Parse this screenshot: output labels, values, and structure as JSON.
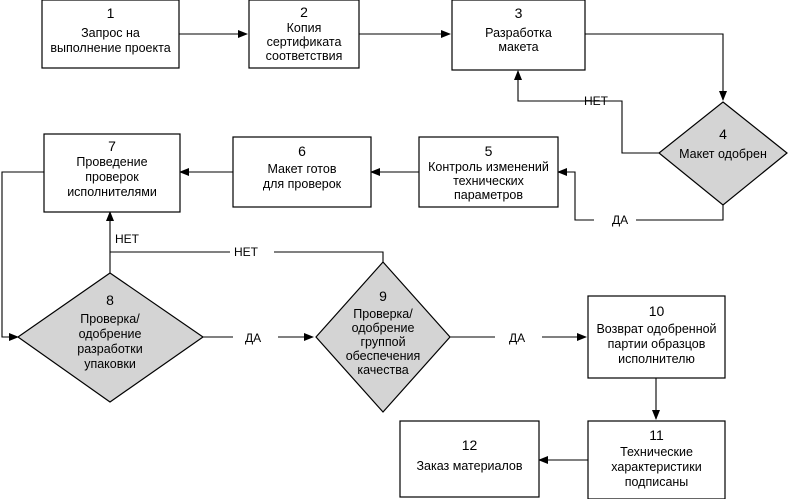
{
  "nodes": {
    "n1": {
      "num": "1",
      "lines": [
        "Запрос на",
        "выполнение проекта"
      ]
    },
    "n2": {
      "num": "2",
      "lines": [
        "Копия",
        "сертификата",
        "соответствия"
      ]
    },
    "n3": {
      "num": "3",
      "lines": [
        "Разработка",
        "макета"
      ]
    },
    "n4": {
      "num": "4",
      "lines": [
        "Макет одобрен"
      ]
    },
    "n5": {
      "num": "5",
      "lines": [
        "Контроль изменений",
        "технических",
        "параметров"
      ]
    },
    "n6": {
      "num": "6",
      "lines": [
        "Макет готов",
        "для проверок"
      ]
    },
    "n7": {
      "num": "7",
      "lines": [
        "Проведение",
        "проверок",
        "исполнителями"
      ]
    },
    "n8": {
      "num": "8",
      "lines": [
        "Проверка/",
        "одобрение",
        "разработки",
        "упаковки"
      ]
    },
    "n9": {
      "num": "9",
      "lines": [
        "Проверка/",
        "одобрение",
        "группой",
        "обеспечения",
        "качества"
      ]
    },
    "n10": {
      "num": "10",
      "lines": [
        "Возврат одобренной",
        "партии образцов",
        "исполнителю"
      ]
    },
    "n11": {
      "num": "11",
      "lines": [
        "Технические",
        "характеристики",
        "подписаны"
      ]
    },
    "n12": {
      "num": "12",
      "lines": [
        "Заказ материалов"
      ]
    }
  },
  "edge_labels": {
    "n4_no": "НЕТ",
    "n4_yes": "ДА",
    "n8_no": "НЕТ",
    "n9_no": "НЕТ",
    "n8_yes": "ДА",
    "n9_yes": "ДА"
  },
  "colors": {
    "decision_fill": "#d4d4d4",
    "process_fill": "#ffffff",
    "stroke": "#000000"
  }
}
